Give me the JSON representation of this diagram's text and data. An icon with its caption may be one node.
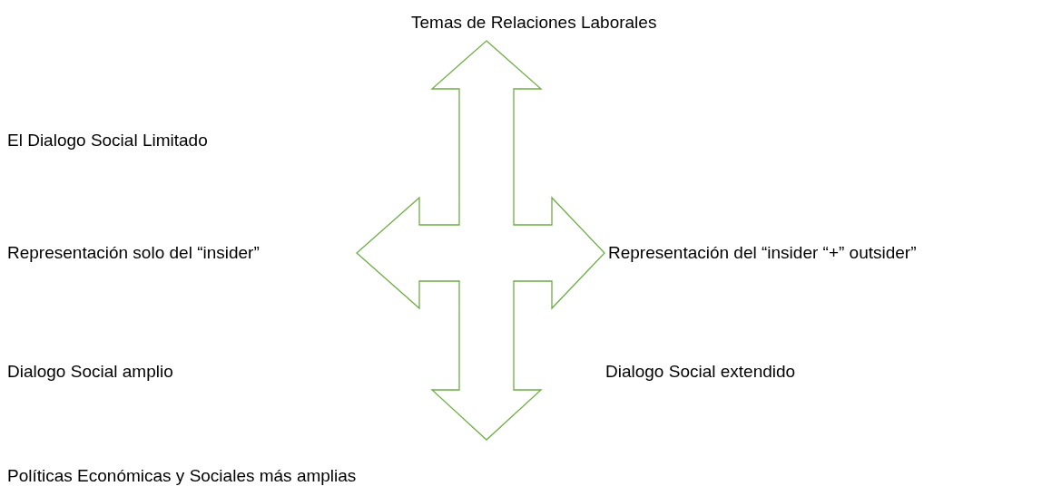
{
  "diagram": {
    "labels": [
      "Temas de Relaciones Laborales",
      "El Dialogo Social Limitado",
      "Representación solo del “insider”",
      "Representación del “insider “+” outsider”",
      "Dialogo Social amplio",
      "Dialogo Social extendido",
      "Políticas Económicas y Sociales más amplias"
    ]
  }
}
